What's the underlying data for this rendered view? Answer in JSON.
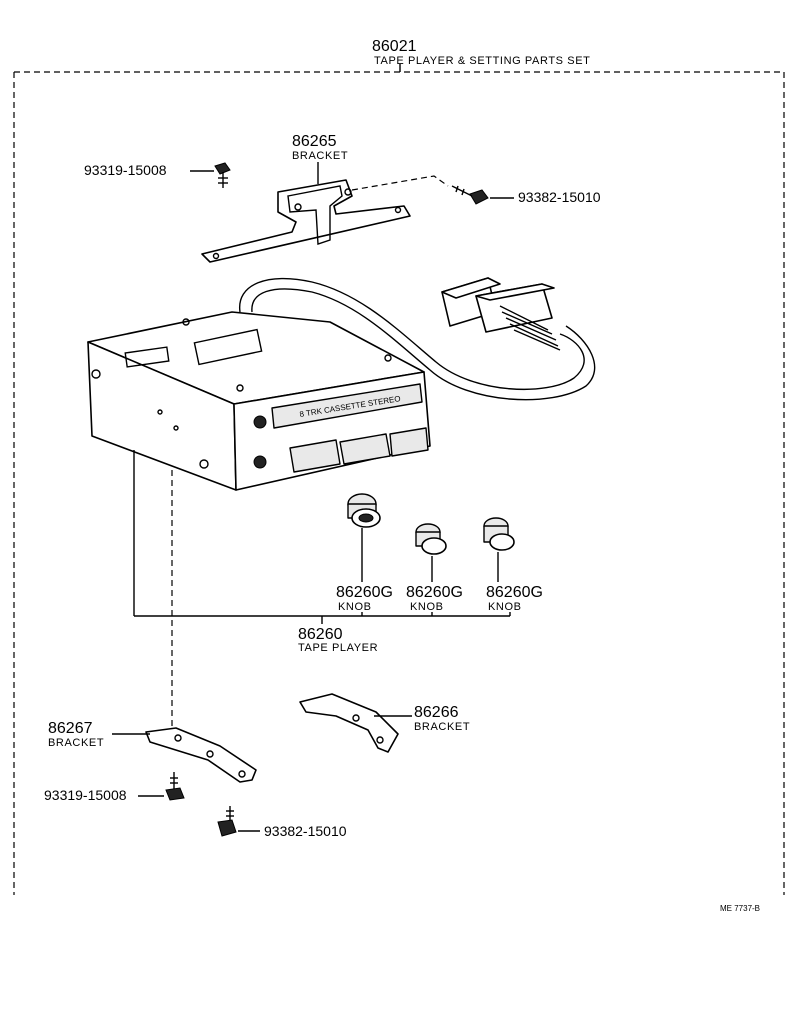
{
  "set": {
    "number": "86021",
    "label": "TAPE PLAYER & SETTING PARTS SET"
  },
  "bracket_top": {
    "number": "86265",
    "label": "BRACKET"
  },
  "bolt_top_left": {
    "number": "93319-15008"
  },
  "screw_top_right": {
    "number": "93382-15010"
  },
  "knobs": [
    {
      "number": "86260G",
      "label": "KNOB"
    },
    {
      "number": "86260G",
      "label": "KNOB"
    },
    {
      "number": "86260G",
      "label": "KNOB"
    }
  ],
  "tape_player": {
    "number": "86260",
    "label": "TAPE PLAYER",
    "faceplate_text": "8 TRK CASSETTE STEREO"
  },
  "bracket_right": {
    "number": "86266",
    "label": "BRACKET"
  },
  "bracket_left": {
    "number": "86267",
    "label": "BRACKET"
  },
  "bolt_bottom": {
    "number": "93319-15008"
  },
  "screw_bottom": {
    "number": "93382-15010"
  },
  "drawing_code": "ME  7737-B"
}
